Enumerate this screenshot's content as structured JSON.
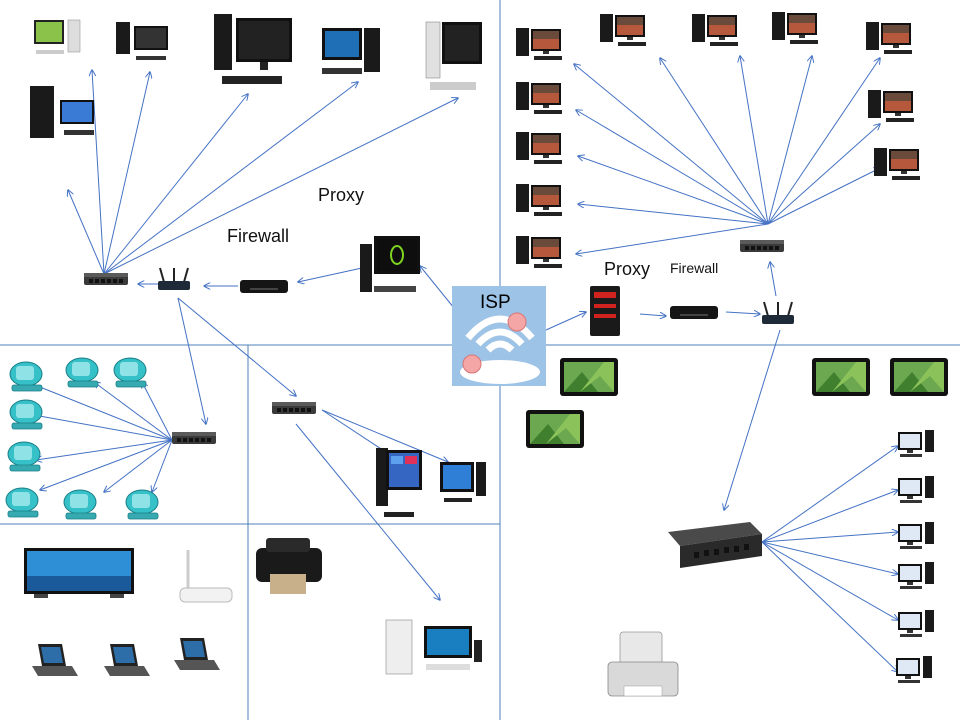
{
  "labels": {
    "proxy_left": "Proxy",
    "firewall_left": "Firewall",
    "proxy_right": "Proxy",
    "firewall_right": "Firewall",
    "isp": "ISP"
  },
  "colors": {
    "line": "#4472c4",
    "divider": "#4f81bd",
    "isp_bg": "#9dc3e6",
    "isp_waves": "#ffffff",
    "isp_dots": "#f4a6a6"
  },
  "icons": [
    "desktop-computer-icon",
    "crt-monitor-computer-icon",
    "network-switch-icon",
    "wireless-router-icon",
    "firewall-appliance-icon",
    "proxy-server-icon",
    "tablet-icon",
    "laptop-icon",
    "flat-tv-icon",
    "printer-icon",
    "speaker-desktop-icon",
    "all-in-one-pc-icon",
    "gaming-tower-icon",
    "isp-cloud-wifi-icon"
  ]
}
